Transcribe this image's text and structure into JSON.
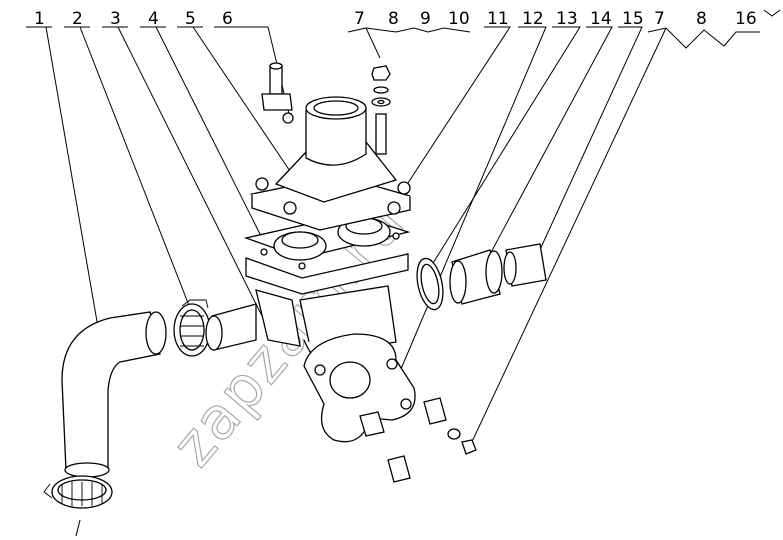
{
  "callouts": [
    {
      "id": "c1",
      "label": "1"
    },
    {
      "id": "c2",
      "label": "2"
    },
    {
      "id": "c3",
      "label": "3"
    },
    {
      "id": "c4",
      "label": "4"
    },
    {
      "id": "c5",
      "label": "5"
    },
    {
      "id": "c6",
      "label": "6"
    },
    {
      "id": "c7a",
      "label": "7"
    },
    {
      "id": "c8a",
      "label": "8"
    },
    {
      "id": "c9",
      "label": "9"
    },
    {
      "id": "c10",
      "label": "10"
    },
    {
      "id": "c11",
      "label": "11"
    },
    {
      "id": "c12",
      "label": "12"
    },
    {
      "id": "c13",
      "label": "13"
    },
    {
      "id": "c14",
      "label": "14"
    },
    {
      "id": "c15",
      "label": "15"
    },
    {
      "id": "c7b",
      "label": "7"
    },
    {
      "id": "c8b",
      "label": "8"
    },
    {
      "id": "c16",
      "label": "16"
    }
  ],
  "watermark": "zapzam.ru"
}
